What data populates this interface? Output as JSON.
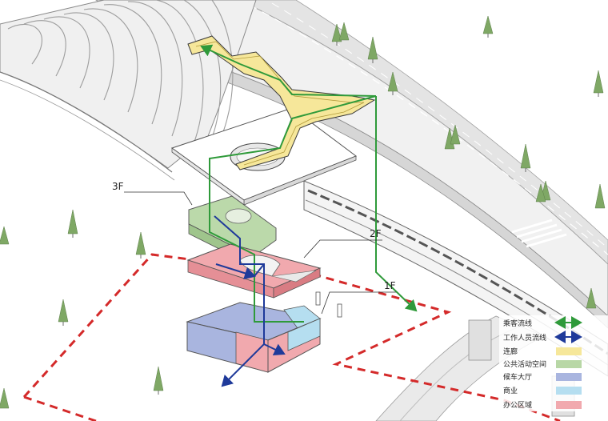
{
  "floor_labels": {
    "f3": "3F",
    "f2": "2F",
    "f1": "1F"
  },
  "legend": {
    "items": [
      {
        "label": "乘客流线",
        "kind": "arrow",
        "color": "#2f9a3a"
      },
      {
        "label": "工作人员流线",
        "kind": "arrow",
        "color": "#1f3a9a"
      },
      {
        "label": "连廊",
        "kind": "swatch",
        "color": "#f6e79a"
      },
      {
        "label": "公共活动空间",
        "kind": "swatch",
        "color": "#b8d7a6"
      },
      {
        "label": "候车大厅",
        "kind": "swatch",
        "color": "#a9b5df"
      },
      {
        "label": "商业",
        "kind": "swatch",
        "color": "#b5def0"
      },
      {
        "label": "办公区域",
        "kind": "swatch",
        "color": "#f1a9ae"
      }
    ]
  },
  "colors": {
    "passenger_flow": "#2f9a3a",
    "staff_flow": "#1f3a9a",
    "corridor": "#f6e79a",
    "public_space": "#b8d7a6",
    "waiting_hall": "#a9b5df",
    "commercial": "#b5def0",
    "office": "#f1a9ae",
    "site_boundary": "#d42a2a",
    "tree": "#7fa865"
  }
}
